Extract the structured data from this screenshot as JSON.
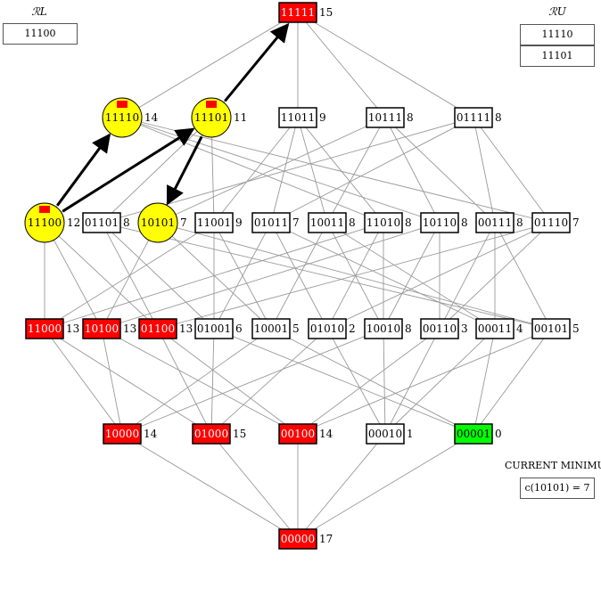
{
  "lower_panel": {
    "title": "ℛL",
    "items": [
      "11100"
    ]
  },
  "upper_panel": {
    "title": "ℛU",
    "items": [
      "11110",
      "11101"
    ]
  },
  "current_minimum": {
    "title": "CURRENT MINIMUM",
    "value": "c(10101) = 7"
  },
  "colors": {
    "red": "#ff0000",
    "green": "#00ff00",
    "yellow": "#ffff00",
    "edge": "#999999",
    "arrow": "#000000"
  },
  "nodes": [
    {
      "id": "11111",
      "cost": "15",
      "style": "red"
    },
    {
      "id": "11110",
      "cost": "14",
      "style": "circle",
      "marker": true
    },
    {
      "id": "11101",
      "cost": "11",
      "style": "circle",
      "marker": true
    },
    {
      "id": "11011",
      "cost": "9",
      "style": "box"
    },
    {
      "id": "10111",
      "cost": "8",
      "style": "box"
    },
    {
      "id": "01111",
      "cost": "8",
      "style": "box"
    },
    {
      "id": "11100",
      "cost": "12",
      "style": "circle",
      "marker": true
    },
    {
      "id": "01101",
      "cost": "8",
      "style": "box"
    },
    {
      "id": "10101",
      "cost": "7",
      "style": "circle"
    },
    {
      "id": "11001",
      "cost": "9",
      "style": "box"
    },
    {
      "id": "01011",
      "cost": "7",
      "style": "box"
    },
    {
      "id": "10011",
      "cost": "8",
      "style": "box"
    },
    {
      "id": "11010",
      "cost": "8",
      "style": "box"
    },
    {
      "id": "10110",
      "cost": "8",
      "style": "box"
    },
    {
      "id": "00111",
      "cost": "8",
      "style": "box"
    },
    {
      "id": "01110",
      "cost": "7",
      "style": "box"
    },
    {
      "id": "11000",
      "cost": "13",
      "style": "red"
    },
    {
      "id": "10100",
      "cost": "13",
      "style": "red"
    },
    {
      "id": "01100",
      "cost": "13",
      "style": "red"
    },
    {
      "id": "01001",
      "cost": "6",
      "style": "box"
    },
    {
      "id": "10001",
      "cost": "5",
      "style": "box"
    },
    {
      "id": "01010",
      "cost": "2",
      "style": "box"
    },
    {
      "id": "10010",
      "cost": "8",
      "style": "box"
    },
    {
      "id": "00110",
      "cost": "3",
      "style": "box"
    },
    {
      "id": "00011",
      "cost": "4",
      "style": "box"
    },
    {
      "id": "00101",
      "cost": "5",
      "style": "box"
    },
    {
      "id": "10000",
      "cost": "14",
      "style": "red"
    },
    {
      "id": "01000",
      "cost": "15",
      "style": "red"
    },
    {
      "id": "00100",
      "cost": "14",
      "style": "red"
    },
    {
      "id": "00010",
      "cost": "1",
      "style": "box"
    },
    {
      "id": "00001",
      "cost": "0",
      "style": "green"
    },
    {
      "id": "00000",
      "cost": "17",
      "style": "red"
    }
  ],
  "arrows": [
    {
      "from": "11100",
      "to": "11110"
    },
    {
      "from": "11100",
      "to": "11101"
    },
    {
      "from": "11101",
      "to": "11111"
    },
    {
      "from": "11101",
      "to": "10101"
    }
  ]
}
